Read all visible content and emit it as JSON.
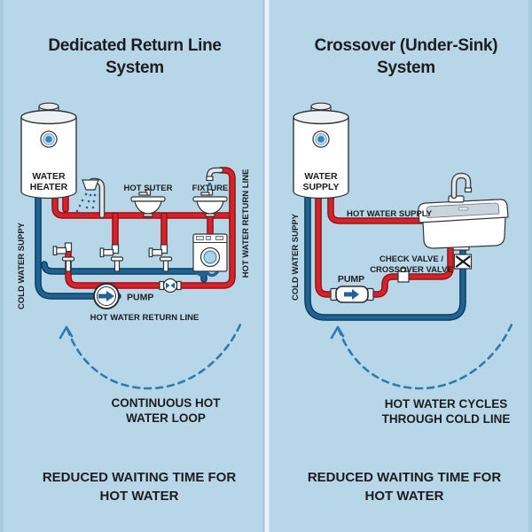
{
  "colors": {
    "background": "#b7d7e9",
    "hot": "#d92128",
    "hot_edge": "#8e1216",
    "cold": "#1e6396",
    "cold_edge": "#0d3a5a",
    "dashed": "#2a7cb0",
    "text": "#1d1d1f",
    "divider": "#e8f2f8"
  },
  "left_panel": {
    "title_line1": "Dedicated Return Line",
    "title_line2": "System",
    "heater_label_line1": "WATER",
    "heater_label_line2": "HEATER",
    "cold_supply_label": "COLD WATER SUPPY",
    "sink1_label": "HOT SUTER",
    "sink2_label": "FIXTURE",
    "return_vertical_label": "HOT WATER RETURN LINE",
    "pump_label": "PUMP",
    "return_line_label": "HOT WATER RETURN LINE",
    "loop_line1": "CONTINUOUS HOT",
    "loop_line2": "WATER LOOP",
    "footer_line1": "REDUCED WAITING TIME FOR",
    "footer_line2": "HOT WATER"
  },
  "right_panel": {
    "title_line1": "Crossover (Under-Sink)",
    "title_line2": "System",
    "heater_label_line1": "WATER",
    "heater_label_line2": "SUPPLY",
    "cold_supply_label": "COLD WATER SUPPY",
    "hot_supply_label": "HOT WATER SUPPLY",
    "valve_label_line1": "CHECK VALVE /",
    "valve_label_line2": "CROSSOVER VALVE",
    "pump_label": "PUMP",
    "loop_line1": "HOT WATER CYCLES",
    "loop_line2": "THROUGH COLD LINE",
    "footer_line1": "REDUCED WAITING TIME FOR",
    "footer_line2": "HOT WATER"
  }
}
